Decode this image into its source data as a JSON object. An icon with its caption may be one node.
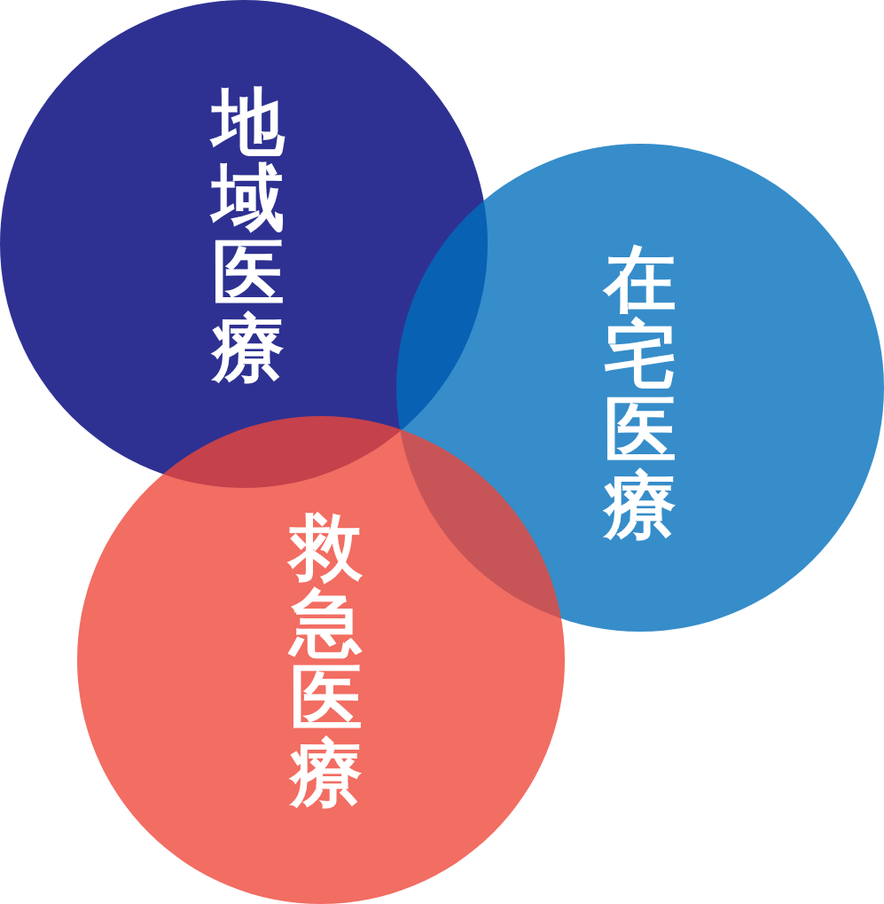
{
  "diagram": {
    "nodes": [
      {
        "text": [
          "地域医療"
        ]
      },
      {
        "text": [
          "在宅医療"
        ]
      },
      {
        "text": [
          "救急医療"
        ]
      }
    ]
  }
}
